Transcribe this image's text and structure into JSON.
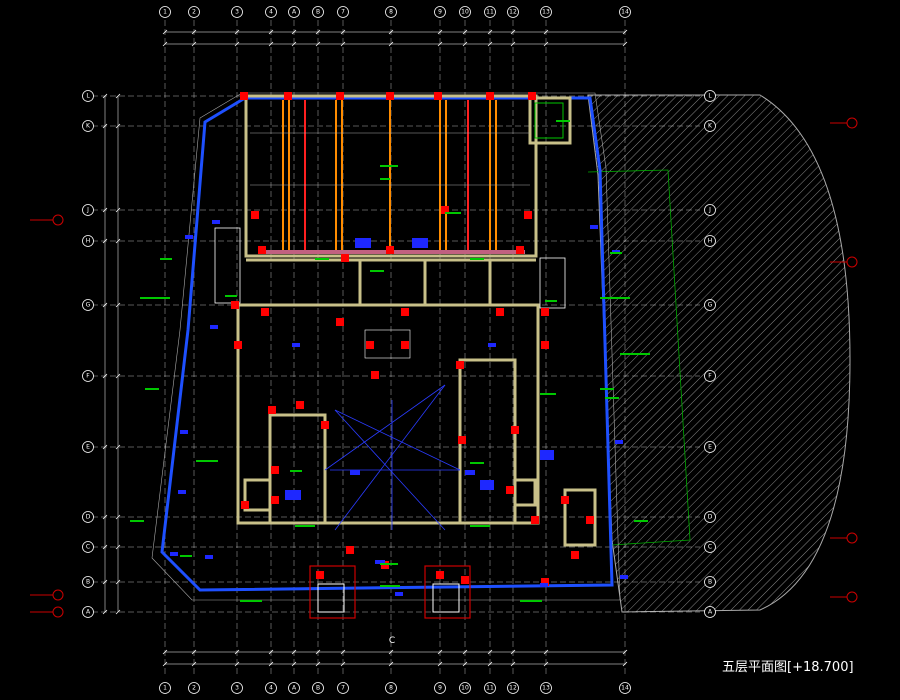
{
  "drawing": {
    "title": "五层平面图",
    "elevation": "[+18.700]",
    "column_axes": [
      "1",
      "2",
      "3",
      "4",
      "A",
      "B",
      "7",
      "8",
      "9",
      "10",
      "11",
      "12",
      "13",
      "14"
    ],
    "row_axes": [
      "L",
      "K",
      "J",
      "H",
      "G",
      "F",
      "E",
      "D",
      "C",
      "B",
      "A"
    ],
    "center_mark": "C"
  },
  "colors": {
    "background": "#000000",
    "wall": "#c8c089",
    "column": "#ff0000",
    "ramp_orange": "#ff8c00",
    "ramp_red": "#ff2020",
    "curtain_wall": "#1e50ff",
    "axis": "#ffffff",
    "annotation": "#00c800",
    "hatch": "#9a9a9a",
    "bubble": "#cc0000"
  }
}
